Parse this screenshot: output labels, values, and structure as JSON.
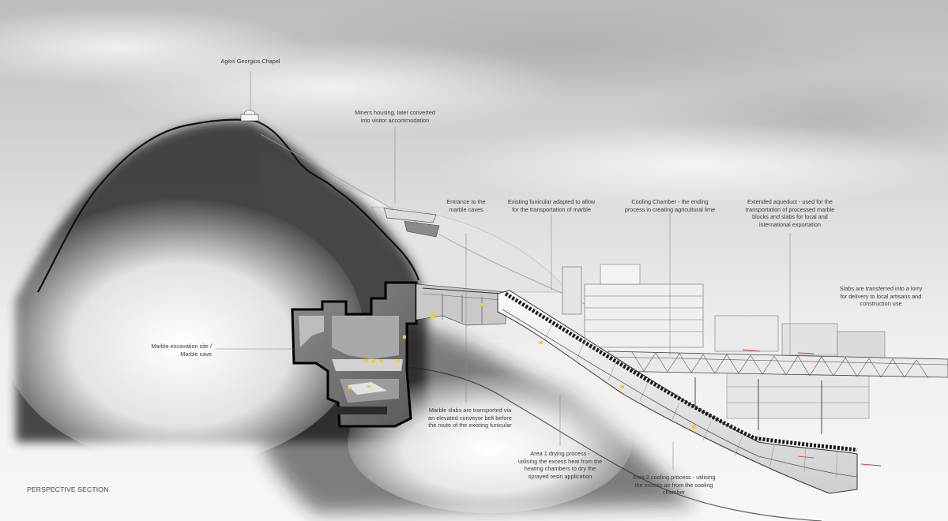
{
  "drawing_title": "PERSPECTIVE SECTION",
  "annotations": {
    "chapel": "Agios Georgios Chapel",
    "miners_housing": "Miners housing, later converted\ninto visitor accommodation",
    "cave_entrance": "Entrance to the\nmarble caves",
    "funicular": "Existing funicular adapted to allow\nfor the transportation of marble",
    "cooling_chamber": "Cooling Chamber -  the ending\nprocess in creating agricultural lime",
    "aqueduct": "Extended aqueduct - used for the\ntransportation of processed marble\nblocks and slabs for local and\ninternational exportation",
    "lorry": "Slabs are transferred into a lorry\nfor delivery to local artisans and\nconstruction use",
    "excavation_site": "Marble excavation site /\nMarble cave",
    "conveyor": "Marble slabs are transported via\nan elevated conveyor belt before\nthe route of the existing funicular",
    "drying_area": "Area 1 drying process -\nutilising the excess heat from the\nheating chambers to dry the\nsprayed resin application",
    "cooling_area": "Area 2 cooling process - utilising\nthe excess air from the cooling\nchamber"
  },
  "colors": {
    "background": "#f4f4f4",
    "sky_dark": "#bdbdbd",
    "rock_outline": "#111111",
    "rock_shade": "#2a2a2a",
    "structure": "#e8e8e8",
    "leader": "#8a8a8a",
    "highlight": "#f2d21a",
    "arrow": "#d23a3a"
  }
}
